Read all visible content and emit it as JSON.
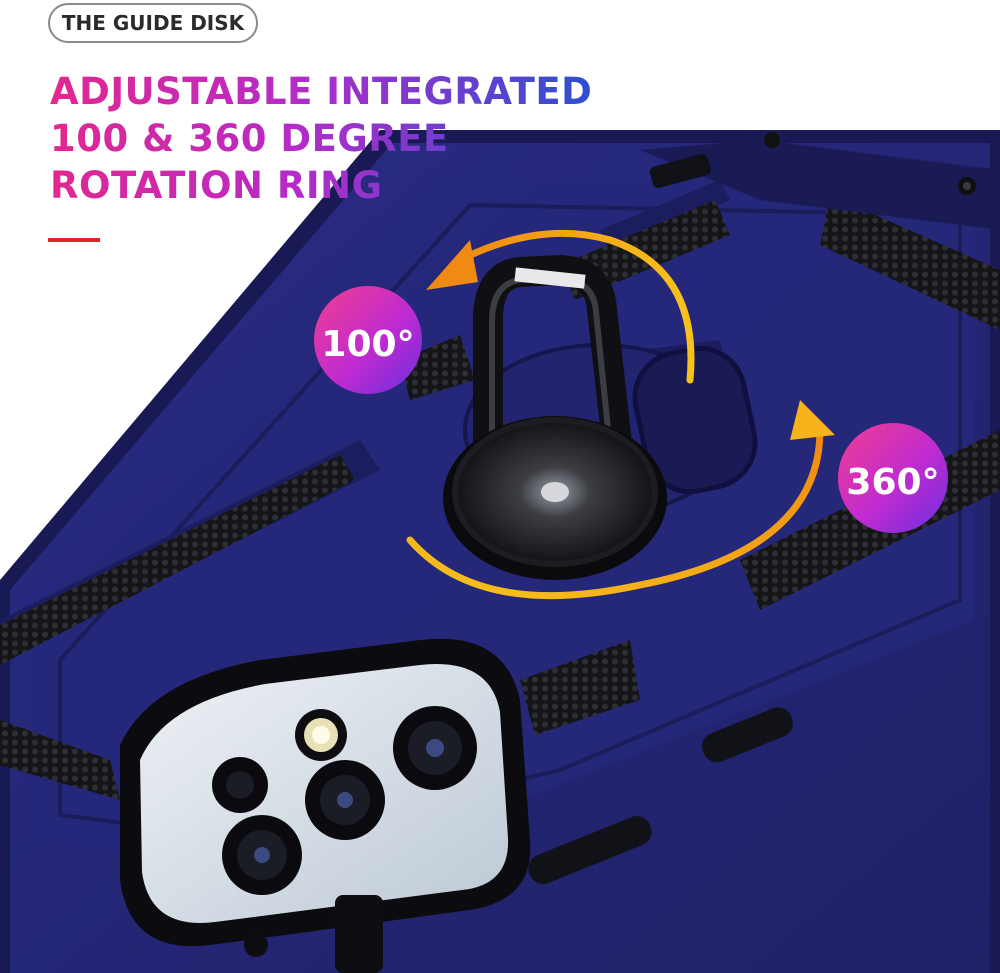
{
  "tag": {
    "label": "THE GUIDE DISK"
  },
  "headline": {
    "line1": "ADJUSTABLE INTEGRATED",
    "line2": "100 & 360 DEGREE",
    "line3": "ROTATION RING"
  },
  "badges": {
    "small": "100°",
    "large": "360°"
  },
  "colors": {
    "case_blue": "#23246e",
    "accent_red": "#e0232a",
    "gradient_magenta": "#e3288f",
    "gradient_blue": "#2d4fd1",
    "arrow_yellow": "#f7c21c",
    "arrow_orange": "#f08a12"
  }
}
